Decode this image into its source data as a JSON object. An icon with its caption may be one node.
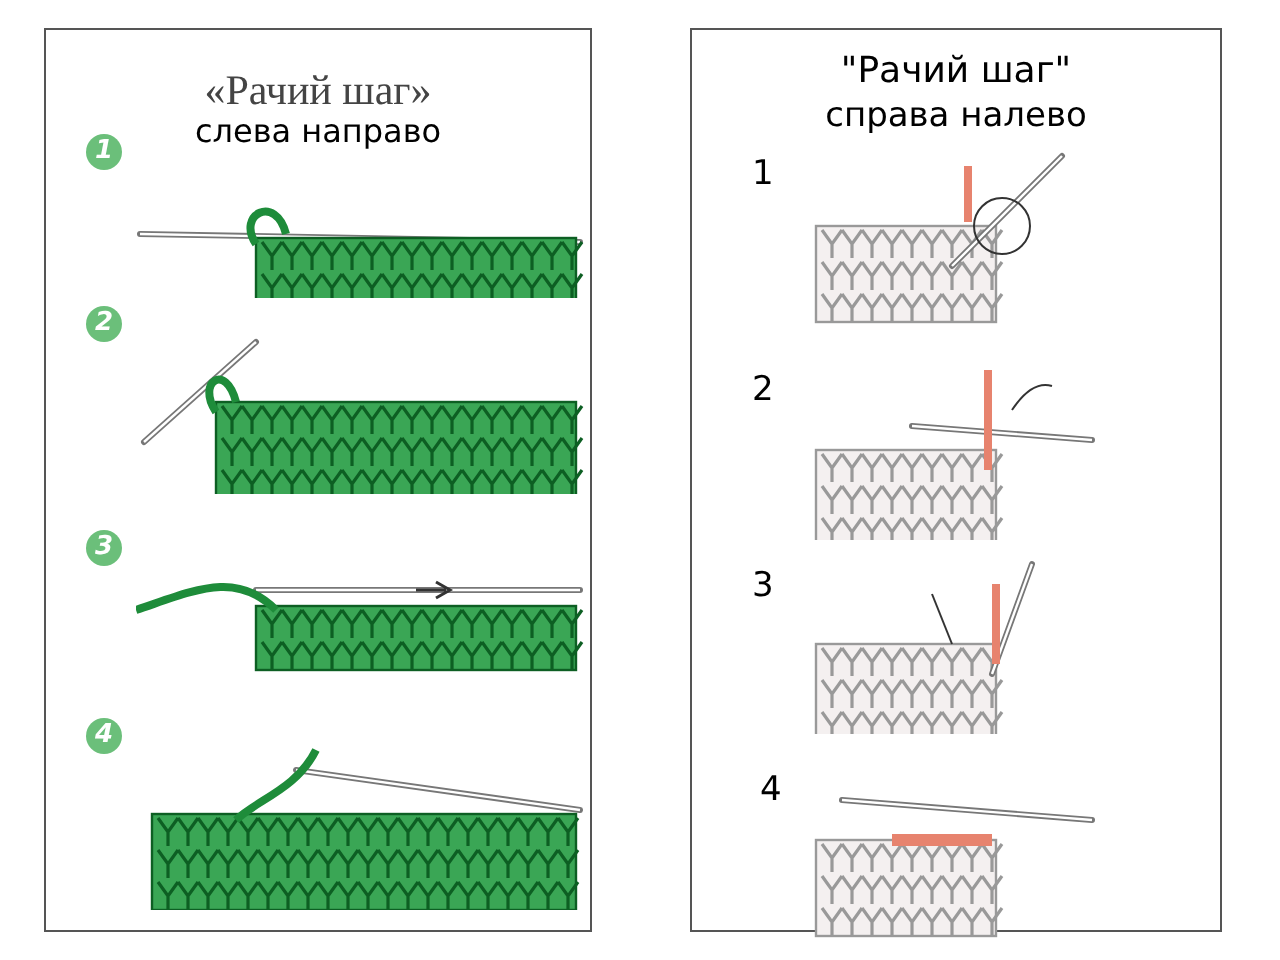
{
  "diagram": {
    "nodes": [
      {
        "text": [
          "«Рачий шаг»",
          "слева направо"
        ]
      },
      {
        "text": [
          "\"Рачий шаг\"",
          "справа налево"
        ]
      },
      {
        "text": [
          "1"
        ],
        "in": 0
      },
      {
        "text": [
          "2"
        ],
        "in": 0
      },
      {
        "text": [
          "3"
        ],
        "in": 0
      },
      {
        "text": [
          "4"
        ],
        "in": 0
      }
    ],
    "edges": [],
    "labels": [
      "1",
      "2",
      "3",
      "4"
    ]
  }
}
